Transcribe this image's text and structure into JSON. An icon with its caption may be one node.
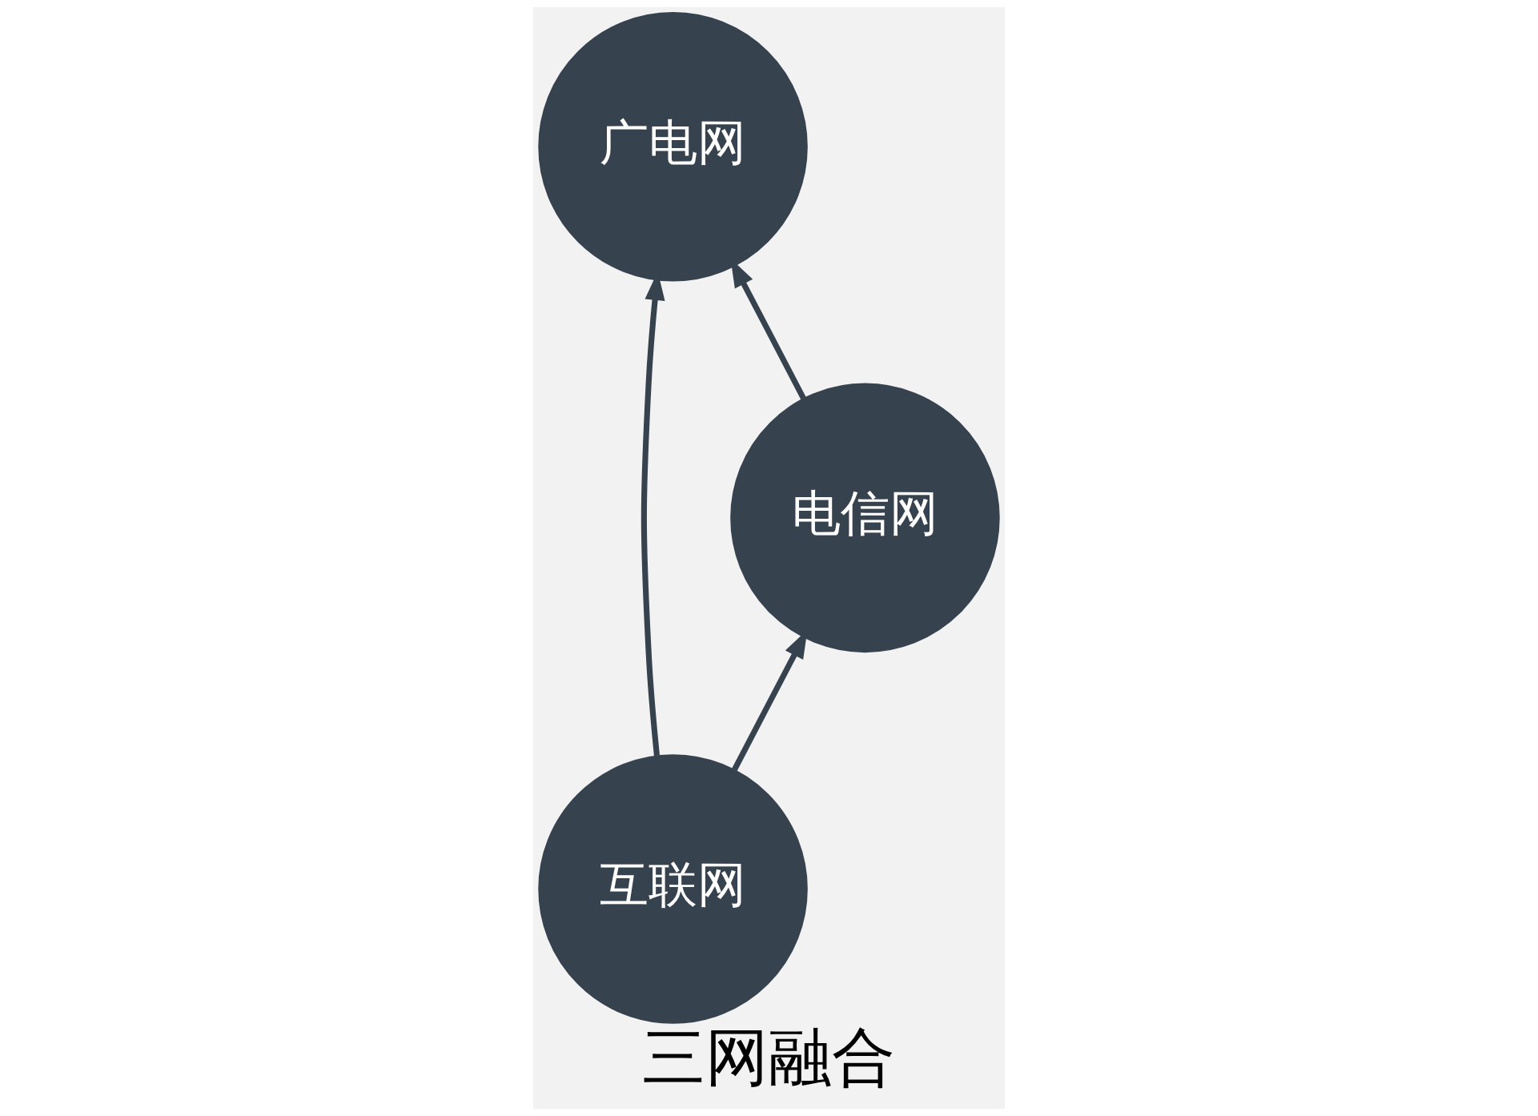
{
  "diagram": {
    "caption": "三网融合",
    "nodes": [
      {
        "text": [
          "广电网"
        ]
      },
      {
        "text": [
          "互联网"
        ]
      },
      {
        "text": [
          "电信网"
        ]
      }
    ],
    "edges": [
      {
        "from": 1,
        "to": 0,
        "arrow": "to"
      },
      {
        "from": 2,
        "to": 0,
        "arrow": "to"
      },
      {
        "from": 1,
        "to": 2,
        "arrow": "to"
      }
    ]
  }
}
